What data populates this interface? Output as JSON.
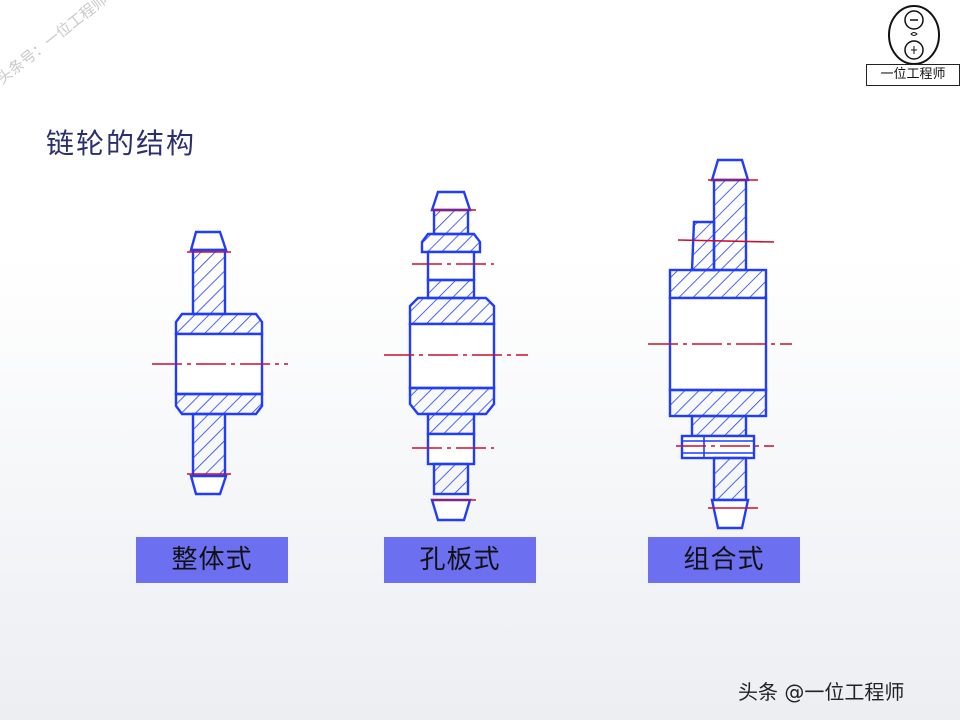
{
  "title": "链轮的结构",
  "watermark": "头条号：一位工程师",
  "logo": {
    "box_text": "一位工程师"
  },
  "labels": [
    "整体式",
    "孔板式",
    "组合式"
  ],
  "footer": "头条 @一位工程师",
  "colors": {
    "outline": "#1f3cff",
    "centerline": "#c8102e",
    "label_bg": "#6c6ff0",
    "title": "#2a2f6e"
  }
}
